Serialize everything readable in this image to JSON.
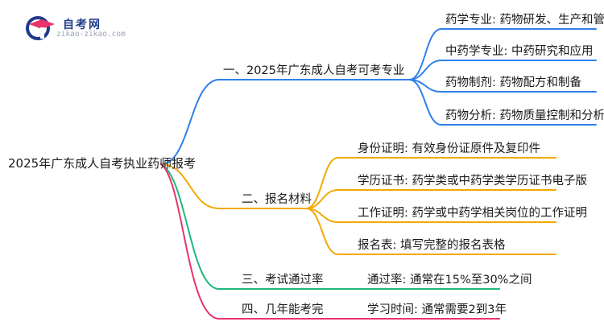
{
  "logo": {
    "name": "自考网",
    "url": "zikao-zikao.com"
  },
  "root": {
    "label": "2025年广东成人自考执业药师报考"
  },
  "branches": [
    {
      "label": "一、2025年广东成人自考可考专业",
      "color": "#2f80ed",
      "children": [
        "药学专业: 药物研发、生产和管理",
        "中药学专业: 中药研究和应用",
        "药物制剂: 药物配方和制备",
        "药物分析: 药物质量控制和分析技术"
      ]
    },
    {
      "label": "二、报名材料",
      "color": "#f2a900",
      "children": [
        "身份证明: 有效身份证原件及复印件",
        "学历证书: 药学类或中药学类学历证书电子版",
        "工作证明: 药学或中药学相关岗位的工作证明",
        "报名表: 填写完整的报名表格"
      ]
    },
    {
      "label": "三、考试通过率",
      "color": "#1fb97a",
      "children": [
        "通过率: 通常在15%至30%之间"
      ]
    },
    {
      "label": "四、几年能考完",
      "color": "#e8336b",
      "children": [
        "学习时间: 通常需要2到3年"
      ]
    }
  ]
}
